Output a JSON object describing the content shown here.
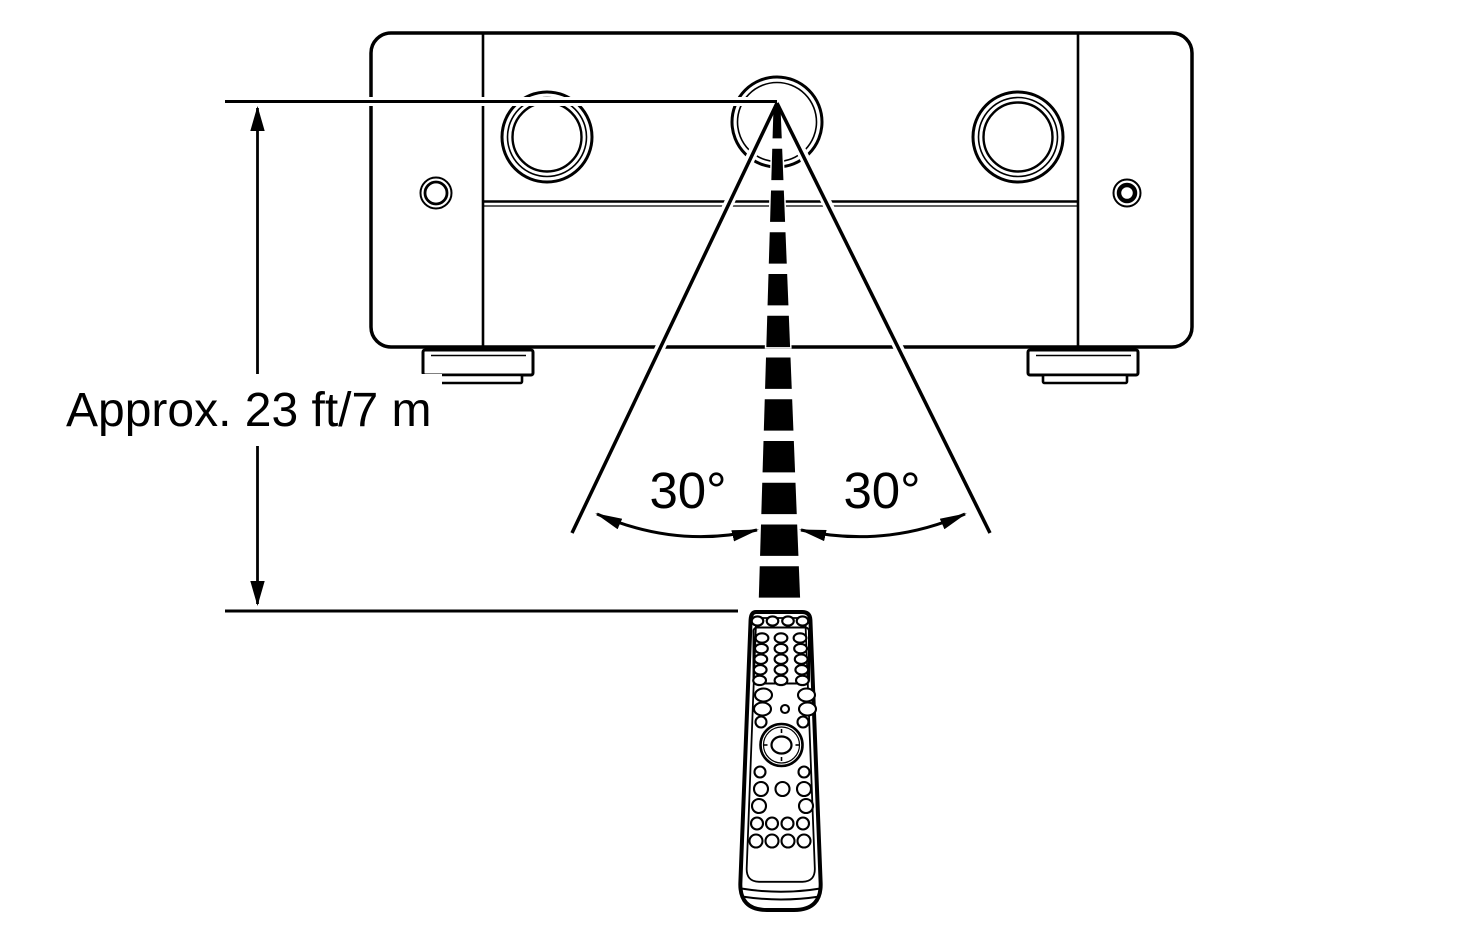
{
  "diagram": {
    "distance_label": "Approx. 23 ft/7 m",
    "angle_left_label": "30°",
    "angle_right_label": "30°"
  },
  "colors": {
    "ink": "#000000",
    "background": "#ffffff"
  }
}
